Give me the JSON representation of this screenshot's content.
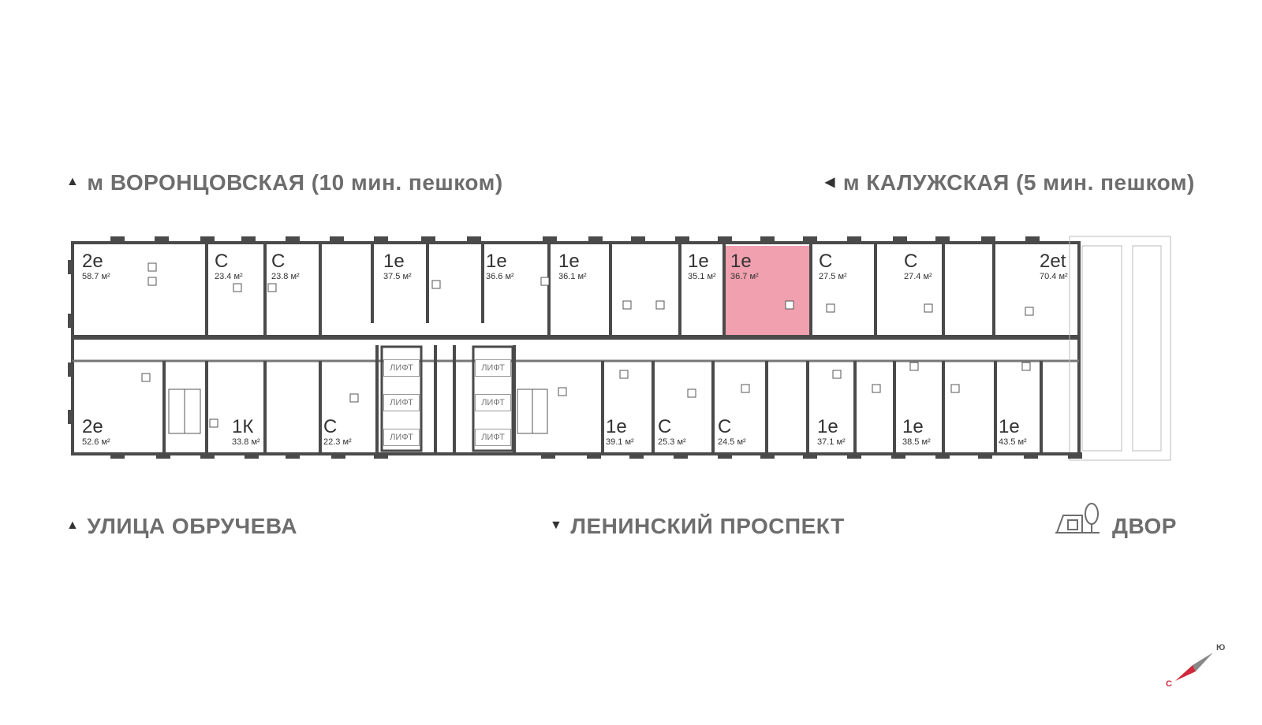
{
  "labels": {
    "top_left": "м ВОРОНЦОВСКАЯ  (10 мин. пешком)",
    "top_right": "м КАЛУЖСКАЯ (5 мин. пешком)",
    "bottom_left": "УЛИЦА ОБРУЧЕВА",
    "bottom_center": "ЛЕНИНСКИЙ ПРОСПЕКТ",
    "bottom_right": "ДВОР"
  },
  "compass": {
    "north": "С",
    "south": "Ю"
  },
  "lift_label": "ЛИФТ",
  "highlight_color": "#f0a0ae",
  "top_units": [
    {
      "type": "2е",
      "area": "58.7 м²"
    },
    {
      "type": "С",
      "area": "23.4 м²"
    },
    {
      "type": "С",
      "area": "23.8 м²"
    },
    {
      "type": "1е",
      "area": "37.5 м²"
    },
    {
      "type": "1е",
      "area": "36.6 м²"
    },
    {
      "type": "1е",
      "area": "36.1 м²"
    },
    {
      "type": "1е",
      "area": "35.1 м²"
    },
    {
      "type": "1е",
      "area": "36.7 м²",
      "selected": true
    },
    {
      "type": "С",
      "area": "27.5 м²"
    },
    {
      "type": "С",
      "area": "27.4 м²"
    },
    {
      "type": "2еt",
      "area": "70.4 м²"
    }
  ],
  "bottom_units": [
    {
      "type": "2е",
      "area": "52.6 м²"
    },
    {
      "type": "1К",
      "area": "33.8 м²"
    },
    {
      "type": "С",
      "area": "22.3 м²"
    },
    {
      "type": "1е",
      "area": "39.1 м²"
    },
    {
      "type": "С",
      "area": "25.3 м²"
    },
    {
      "type": "С",
      "area": "24.5 м²"
    },
    {
      "type": "1е",
      "area": "37.1 м²"
    },
    {
      "type": "1е",
      "area": "38.5 м²"
    },
    {
      "type": "1е",
      "area": "43.5 м²"
    }
  ]
}
